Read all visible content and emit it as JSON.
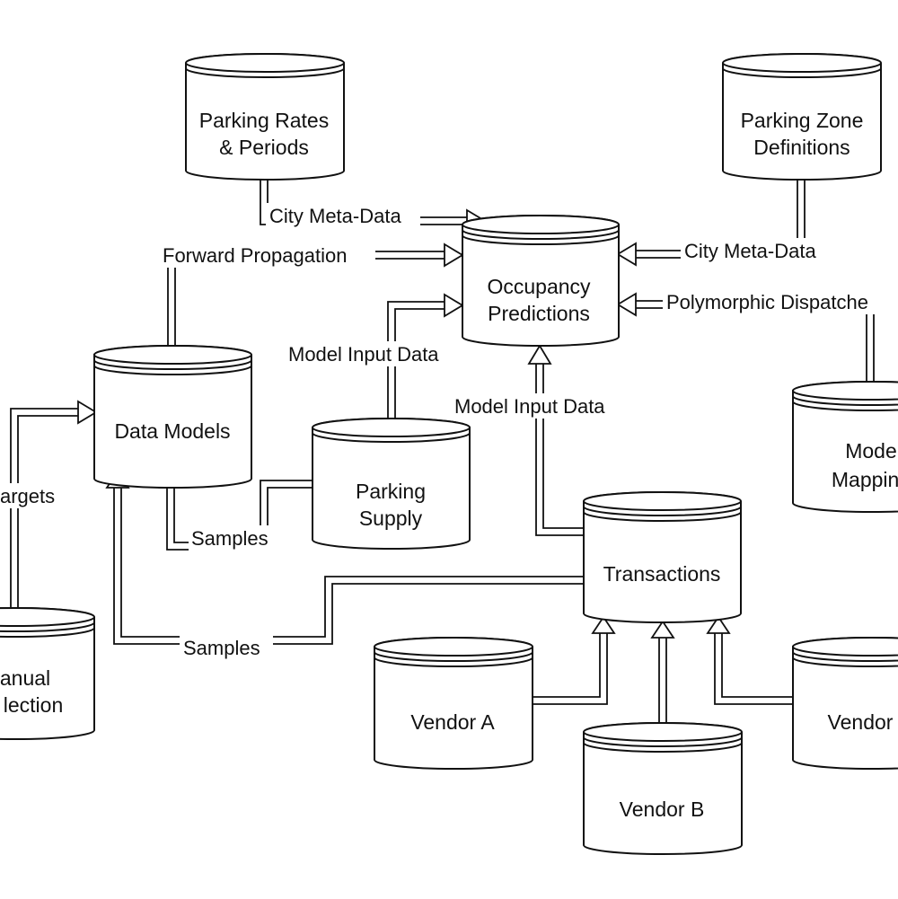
{
  "nodes": {
    "parking_rates": [
      "Parking Rates",
      "& Periods"
    ],
    "parking_zone": [
      "Parking Zone",
      "Definitions"
    ],
    "occupancy": [
      "Occupancy",
      "Predictions"
    ],
    "data_models": [
      "Data Models"
    ],
    "parking_supply": [
      "Parking",
      "Supply"
    ],
    "model_mapping": [
      "Mode",
      "Mapping"
    ],
    "transactions": [
      "Transactions"
    ],
    "manual_collection": [
      "anual",
      "lection"
    ],
    "vendor_a": [
      "Vendor A"
    ],
    "vendor_b": [
      "Vendor B"
    ],
    "vendor_c": [
      "Vendor"
    ]
  },
  "edges": {
    "city_meta_left": "City Meta-Data",
    "forward_propagation": "Forward Propagation",
    "city_meta_right": "City Meta-Data",
    "polymorphic": "Polymorphic Dispatche",
    "model_input_supply": "Model Input Data",
    "model_input_transactions": "Model Input Data",
    "targets": "argets",
    "samples_supply": "Samples",
    "samples_transactions": "Samples"
  }
}
